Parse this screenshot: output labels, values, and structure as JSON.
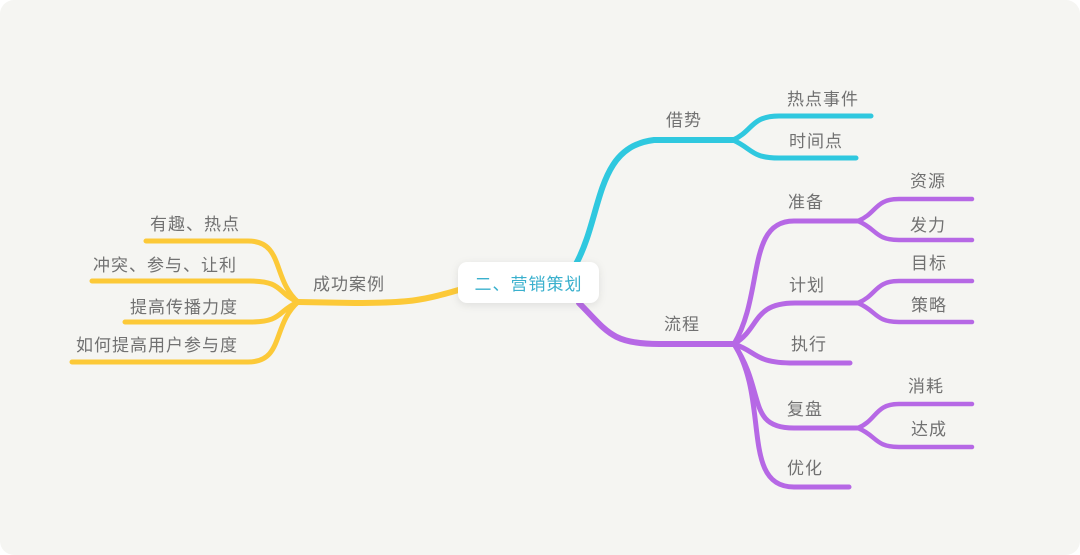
{
  "colors": {
    "background": "#f5f5f2",
    "yellow": "#fcc938",
    "cyan": "#2fc8df",
    "purple": "#b668e5",
    "label_text": "#717171",
    "center_text": "#3ab0cd",
    "center_bg": "#ffffff"
  },
  "map": {
    "center": {
      "label": "二、营销策划"
    },
    "branches": [
      {
        "label": "成功案例",
        "color": "yellow",
        "side": "left",
        "children": [
          {
            "label": "有趣、热点"
          },
          {
            "label": "冲突、参与、让利"
          },
          {
            "label": "提高传播力度"
          },
          {
            "label": "如何提高用户参与度"
          }
        ]
      },
      {
        "label": "借势",
        "color": "cyan",
        "side": "right",
        "children": [
          {
            "label": "热点事件"
          },
          {
            "label": "时间点"
          }
        ]
      },
      {
        "label": "流程",
        "color": "purple",
        "side": "right",
        "children": [
          {
            "label": "准备",
            "children": [
              {
                "label": "资源"
              },
              {
                "label": "发力"
              }
            ]
          },
          {
            "label": "计划",
            "children": [
              {
                "label": "目标"
              },
              {
                "label": "策略"
              }
            ]
          },
          {
            "label": "执行",
            "children": []
          },
          {
            "label": "复盘",
            "children": [
              {
                "label": "消耗"
              },
              {
                "label": "达成"
              }
            ]
          },
          {
            "label": "优化",
            "children": []
          }
        ]
      }
    ]
  }
}
